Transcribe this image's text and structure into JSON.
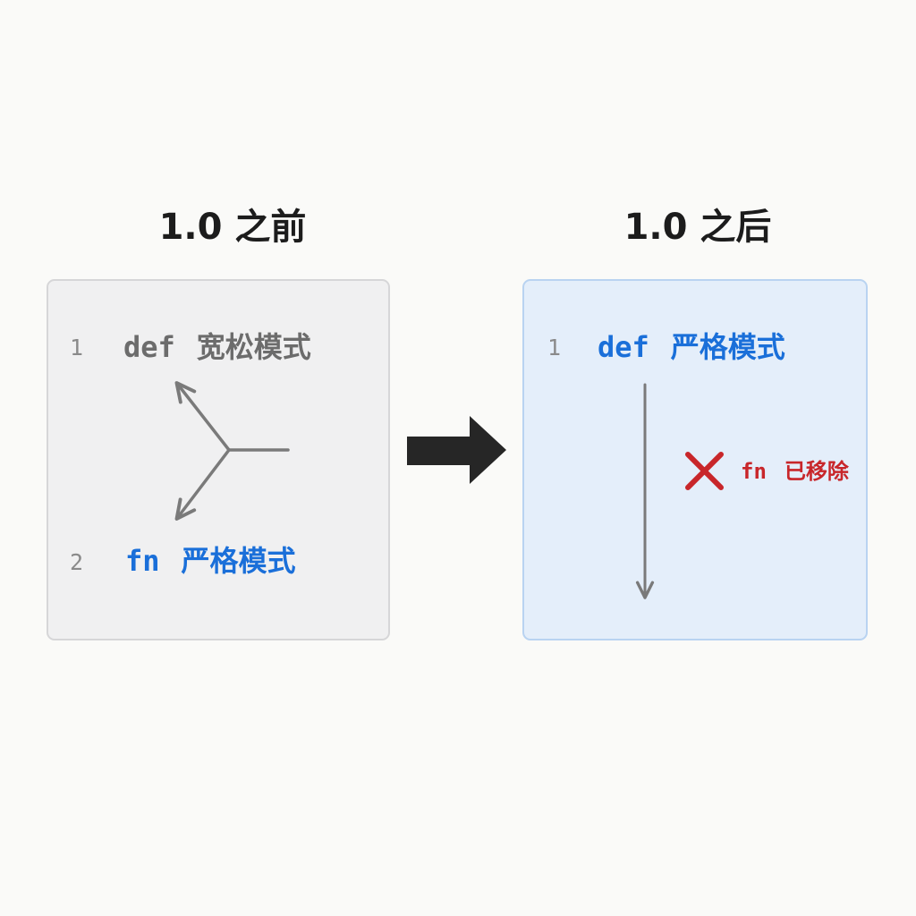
{
  "before": {
    "heading": "1.0 之前",
    "lines": [
      {
        "number": "1",
        "keyword": "def",
        "label": "宽松模式"
      },
      {
        "number": "2",
        "keyword": "fn",
        "label": "严格模式"
      }
    ]
  },
  "after": {
    "heading": "1.0 之后",
    "lines": [
      {
        "number": "1",
        "keyword": "def",
        "label": "严格模式"
      }
    ],
    "removed": {
      "keyword": "fn",
      "label": "已移除"
    }
  },
  "colors": {
    "heading": "#1c1c1c",
    "keyword_gray": "#6c6c6c",
    "keyword_blue": "#1a6fd9",
    "removed_red": "#c8262a",
    "arrow_dark": "#262626",
    "connector_gray": "#7a7a7a"
  },
  "icons": {
    "transition": "right-arrow-icon",
    "removed": "cross-icon"
  }
}
